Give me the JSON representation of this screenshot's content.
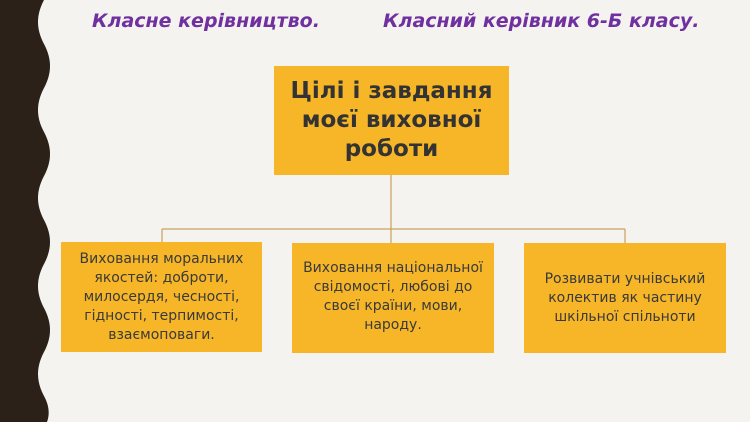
{
  "header": {
    "left_title": "Класне керівництво.",
    "right_title": "Класний керівник 6-Б класу."
  },
  "diagram": {
    "root": "Цілі і завдання моєї виховної роботи",
    "children": [
      "Виховання моральних якостей: доброти, милосердя, чесності, гідності, терпимості, взаємоповаги.",
      "Виховання національної свідомості, любові до своєї країни, мови, народу.",
      "Розвивати учнівський колектив як частину шкільної спільноти"
    ]
  },
  "colors": {
    "box_fill": "#f6b627",
    "heading_text": "#7030a0",
    "connector": "#c9a15a",
    "left_band": "#2b2118"
  }
}
